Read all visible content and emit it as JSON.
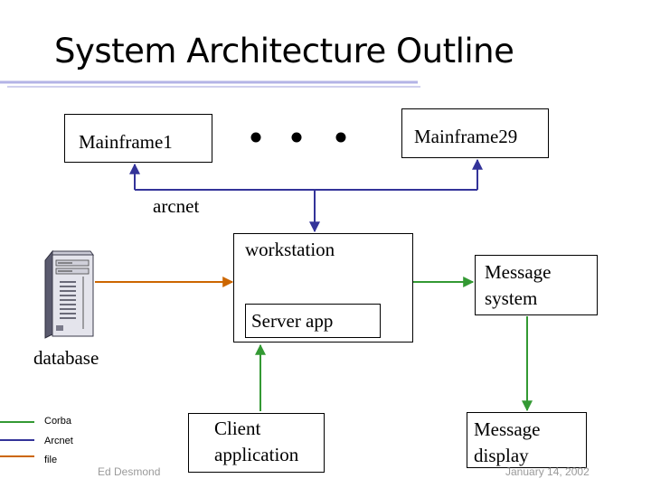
{
  "title": "System Architecture Outline",
  "nodes": {
    "mainframe1": "Mainframe1",
    "mainframe29": "Mainframe29",
    "arcnet": "arcnet",
    "workstation": "workstation",
    "server_app": "Server app",
    "message_system_line1": "Message",
    "message_system_line2": "system",
    "database": "database",
    "client_line1": "Client",
    "client_line2": "application",
    "message_display_line1": "Message",
    "message_display_line2": "display"
  },
  "legend": [
    {
      "label": "Corba",
      "color": "#339933"
    },
    {
      "label": "Arcnet",
      "color": "#333399"
    },
    {
      "label": "file",
      "color": "#cc6600"
    }
  ],
  "footer": {
    "author": "Ed Desmond",
    "date": "January 14, 2002"
  },
  "colors": {
    "arcnet": "#333399",
    "corba": "#339933",
    "file": "#cc6600",
    "title_rule": "#b3b3e6"
  }
}
